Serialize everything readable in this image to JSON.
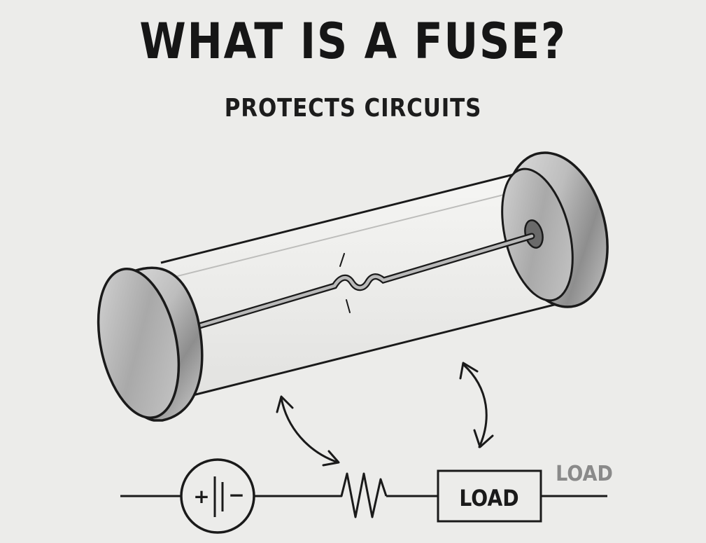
{
  "title": "WHAT IS A FUSE?",
  "subtitle": "PROTECTS CIRCUITS",
  "circuit": {
    "battery_plus": "+",
    "battery_minus": "−",
    "load_box_label": "LOAD",
    "load_side_label": "LOAD"
  },
  "colors": {
    "background": "#ececea",
    "ink": "#1a1a1a",
    "glass_fill": "#f1f1ef",
    "metal_dark": "#8f8f8f",
    "metal_light": "#d9d9d9",
    "faded_label": "#8a8a8a"
  }
}
